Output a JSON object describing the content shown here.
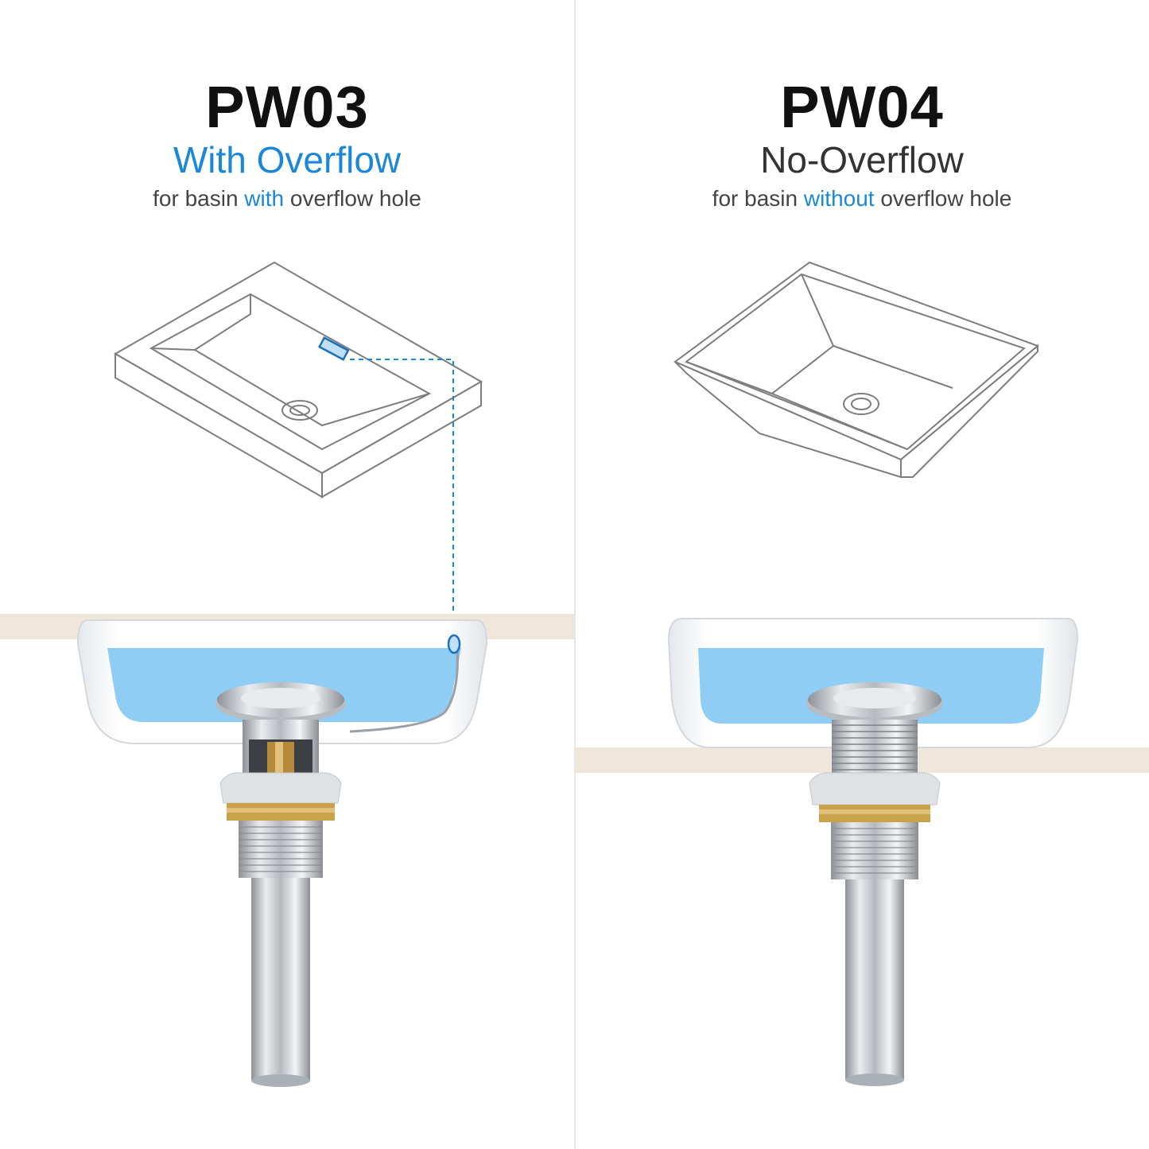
{
  "left": {
    "model": "PW03",
    "type": "With Overflow",
    "caption": {
      "before": "for basin ",
      "highlight": "with",
      "after": " overflow hole"
    }
  },
  "right": {
    "model": "PW04",
    "type": "No-Overflow",
    "caption": {
      "before": "for basin ",
      "highlight": "without",
      "after": " overflow hole"
    }
  },
  "colors": {
    "accent": "#1a87d8",
    "water": "#8fcdf5",
    "countertop": "#efe6dc",
    "chrome": "#c9ccd0",
    "brass": "#c9a24a"
  },
  "icons": {
    "basin_left": "rectangular-basin-with-overflow-slot",
    "basin_right": "vessel-basin-without-overflow",
    "drain": "pop-up-drain-chrome"
  }
}
